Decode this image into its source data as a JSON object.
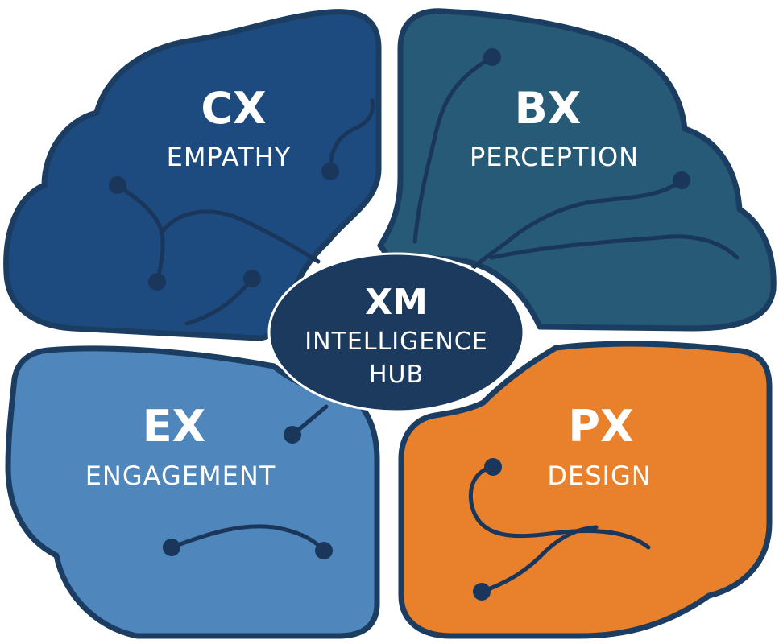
{
  "colors": {
    "cx": "#1d4b7f",
    "bx": "#275a76",
    "ex": "#4f86bb",
    "px": "#e8802c",
    "hub": "#1b3a5e",
    "outline": "#1c3d62"
  },
  "hub": {
    "title": "XM",
    "line1": "INTELLIGENCE",
    "line2": "HUB"
  },
  "quadrants": {
    "cx": {
      "code": "CX",
      "label": "EMPATHY"
    },
    "bx": {
      "code": "BX",
      "label": "PERCEPTION"
    },
    "ex": {
      "code": "EX",
      "label": "ENGAGEMENT"
    },
    "px": {
      "code": "PX",
      "label": "DESIGN"
    }
  }
}
